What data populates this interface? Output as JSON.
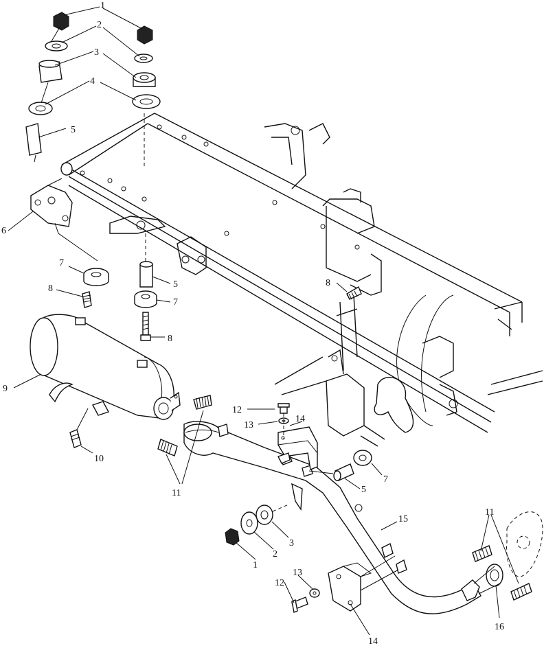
{
  "callouts": {
    "c1_top": "1",
    "c2_top": "2",
    "c3_top": "3",
    "c4_top": "4",
    "c5_top": "5",
    "c6": "6",
    "c7_left": "7",
    "c8_left": "8",
    "c5_mid": "5",
    "c7_mid": "7",
    "c8_mid": "8",
    "c8_right": "8",
    "c9": "9",
    "c10": "10",
    "c11_left": "11",
    "c12_mid": "12",
    "c13_mid": "13",
    "c14_mid": "14",
    "c7_lower": "7",
    "c5_lower": "5",
    "c15": "15",
    "c3_lower": "3",
    "c2_lower": "2",
    "c1_lower": "1",
    "c13_lower": "13",
    "c12_lower": "12",
    "c14_lower": "14",
    "c11_right": "11",
    "c16": "16"
  }
}
